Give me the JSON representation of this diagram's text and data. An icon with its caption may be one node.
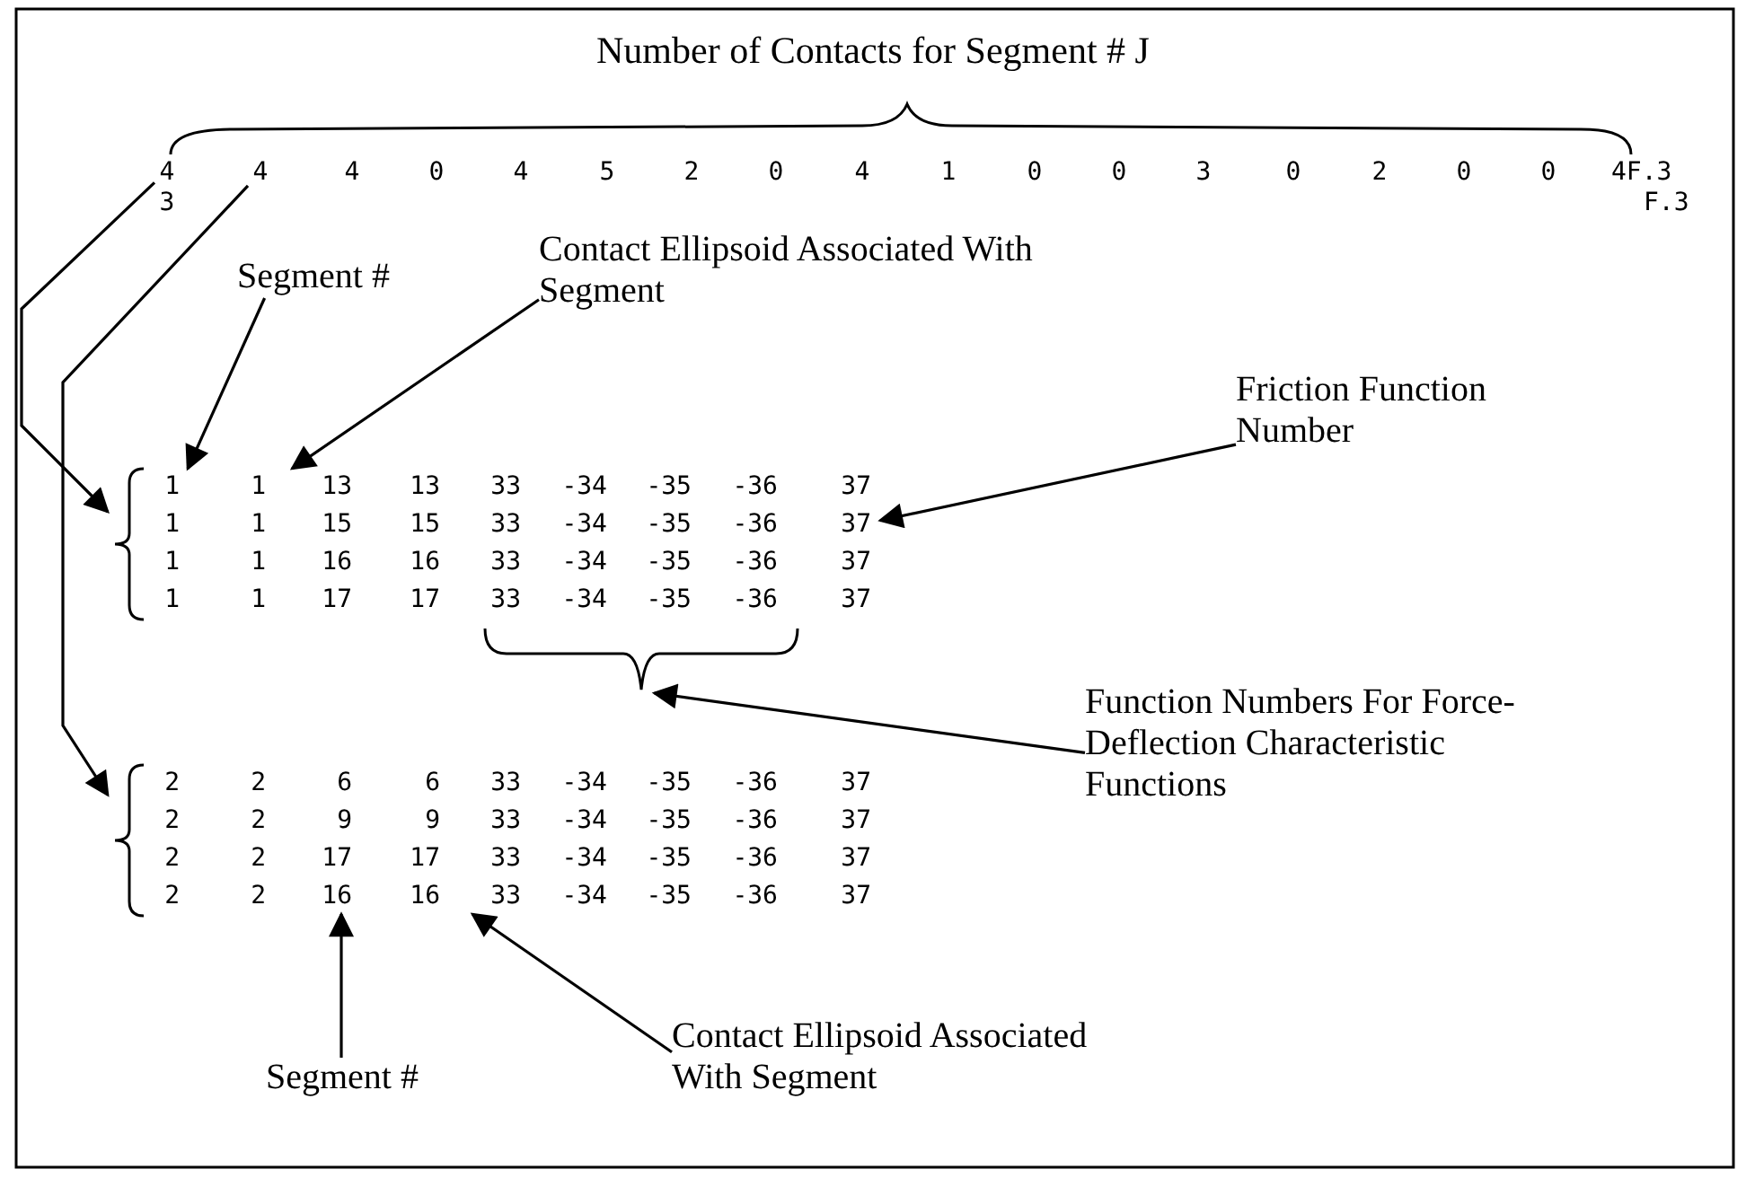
{
  "diagram": {
    "nodes": [
      {
        "text": [
          "4"
        ]
      },
      {
        "text": [
          "4"
        ]
      },
      {
        "text": [],
        "shape": "brace"
      },
      {
        "text": [
          "1 1 13 13 33 -34 -35 -36 37"
        ],
        "in": 2
      },
      {
        "text": [
          "1 1 15 15 33 -34 -35 -36 37"
        ],
        "in": 2
      },
      {
        "text": [
          "1 1 16 16 33 -34 -35 -36 37"
        ],
        "in": 2
      },
      {
        "text": [
          "1 1 17 17 33 -34 -35 -36 37"
        ],
        "in": 2
      },
      {
        "text": [],
        "shape": "brace"
      },
      {
        "text": [],
        "shape": "brace"
      },
      {
        "text": [
          "2 2 6 6 33 -34 -35 -36 37"
        ],
        "in": 8
      },
      {
        "text": [
          "2 2 9 9 33 -34 -35 -36 37"
        ],
        "in": 8
      },
      {
        "text": [
          "2 2 17 17 33 -34 -35 -36 37"
        ],
        "in": 8
      },
      {
        "text": [
          "2 2 16 16 33 -34 -35 -36 37"
        ],
        "in": 8
      },
      {
        "text": [
          "Segment #"
        ]
      },
      {
        "text": [
          "Contact Ellipsoid Associated With Segment"
        ]
      },
      {
        "text": [
          "Friction Function Number"
        ]
      },
      {
        "text": [
          "Function Numbers For Force-Deflection Characteristic Functions"
        ]
      },
      {
        "text": [
          "Segment #"
        ]
      },
      {
        "text": [
          "Contact Ellipsoid Associated With Segment"
        ]
      }
    ],
    "edges": [
      {
        "from": 0,
        "to": 2,
        "arrow": "to"
      },
      {
        "from": 1,
        "to": 8,
        "arrow": "to"
      },
      {
        "from": 13,
        "to": 3,
        "arrow": "to"
      },
      {
        "from": 14,
        "to": 3,
        "arrow": "to"
      },
      {
        "from": 15,
        "to": 4,
        "arrow": "to"
      },
      {
        "from": 16,
        "to": 7,
        "arrow": "to"
      },
      {
        "from": 17,
        "to": 12,
        "arrow": "to"
      },
      {
        "from": 18,
        "to": 12,
        "arrow": "to"
      }
    ],
    "labels": [
      "Number of Contacts for Segment # J",
      "4",
      "0",
      "4",
      "5",
      "2",
      "0",
      "4",
      "1",
      "0",
      "0",
      "3",
      "0",
      "2",
      "0",
      "0",
      "4F.3",
      "3",
      "F.3"
    ]
  }
}
